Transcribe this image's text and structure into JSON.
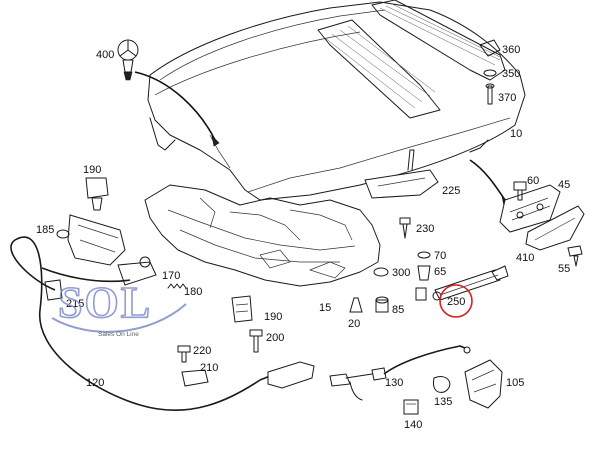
{
  "diagram": {
    "callouts": [
      {
        "id": "400",
        "text": "400"
      },
      {
        "id": "360",
        "text": "360"
      },
      {
        "id": "350",
        "text": "350"
      },
      {
        "id": "370",
        "text": "370"
      },
      {
        "id": "10",
        "text": "10"
      },
      {
        "id": "190a",
        "text": "190"
      },
      {
        "id": "225",
        "text": "225"
      },
      {
        "id": "60",
        "text": "60"
      },
      {
        "id": "45",
        "text": "45"
      },
      {
        "id": "185",
        "text": "185"
      },
      {
        "id": "230",
        "text": "230"
      },
      {
        "id": "70",
        "text": "70"
      },
      {
        "id": "65",
        "text": "65"
      },
      {
        "id": "300",
        "text": "300"
      },
      {
        "id": "410",
        "text": "410"
      },
      {
        "id": "55",
        "text": "55"
      },
      {
        "id": "170",
        "text": "170"
      },
      {
        "id": "180",
        "text": "180"
      },
      {
        "id": "215",
        "text": "215"
      },
      {
        "id": "15",
        "text": "15"
      },
      {
        "id": "20",
        "text": "20"
      },
      {
        "id": "85",
        "text": "85"
      },
      {
        "id": "250",
        "text": "250"
      },
      {
        "id": "190b",
        "text": "190"
      },
      {
        "id": "200",
        "text": "200"
      },
      {
        "id": "220",
        "text": "220"
      },
      {
        "id": "210",
        "text": "210"
      },
      {
        "id": "120",
        "text": "120"
      },
      {
        "id": "130",
        "text": "130"
      },
      {
        "id": "135",
        "text": "135"
      },
      {
        "id": "105",
        "text": "105"
      },
      {
        "id": "140",
        "text": "140"
      }
    ],
    "highlight": {
      "target": "250",
      "color": "#d42020"
    },
    "watermark": {
      "logo_text": "SOL",
      "tagline": "Sales On Line",
      "color": "#7f8cc9"
    }
  }
}
